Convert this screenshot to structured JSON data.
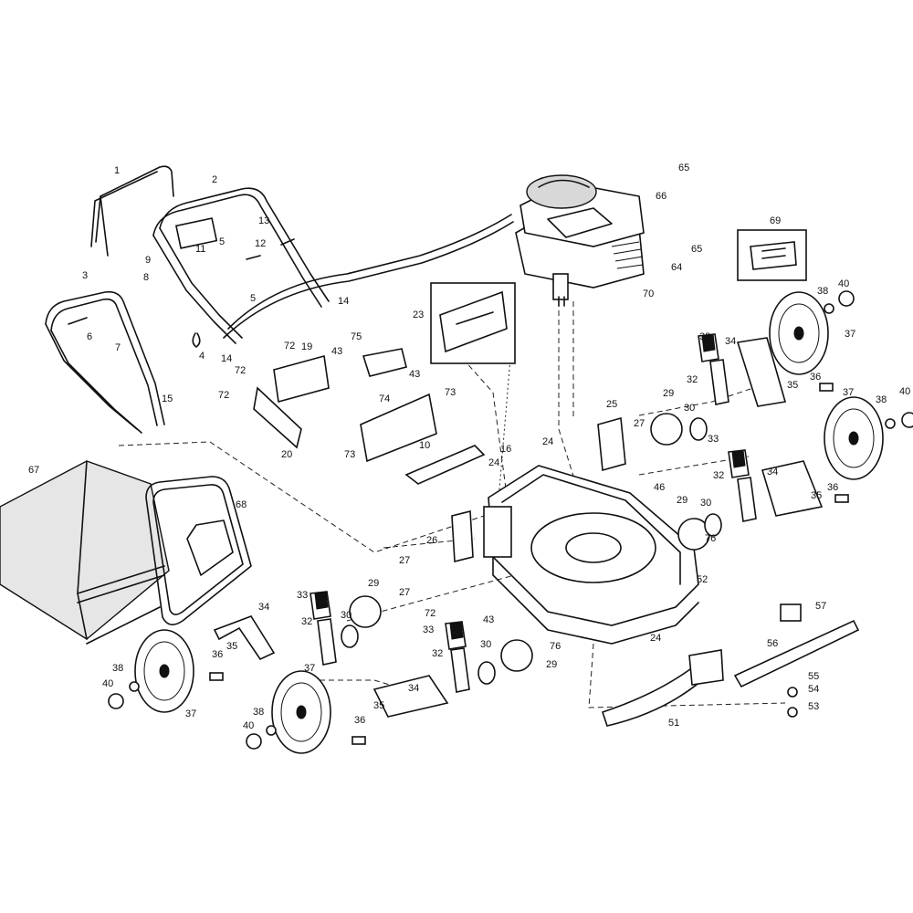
{
  "diagram": {
    "callouts": [
      "1",
      "2",
      "3",
      "4",
      "5",
      "6",
      "7",
      "8",
      "9",
      "10",
      "11",
      "12",
      "13",
      "14",
      "15",
      "16",
      "19",
      "20",
      "23",
      "24",
      "25",
      "26",
      "27",
      "29",
      "30",
      "32",
      "33",
      "34",
      "35",
      "36",
      "37",
      "38",
      "40",
      "43",
      "46",
      "51",
      "52",
      "53",
      "54",
      "55",
      "56",
      "57",
      "64",
      "65",
      "66",
      "67",
      "68",
      "69",
      "70",
      "72",
      "73",
      "74",
      "75",
      "76"
    ]
  }
}
